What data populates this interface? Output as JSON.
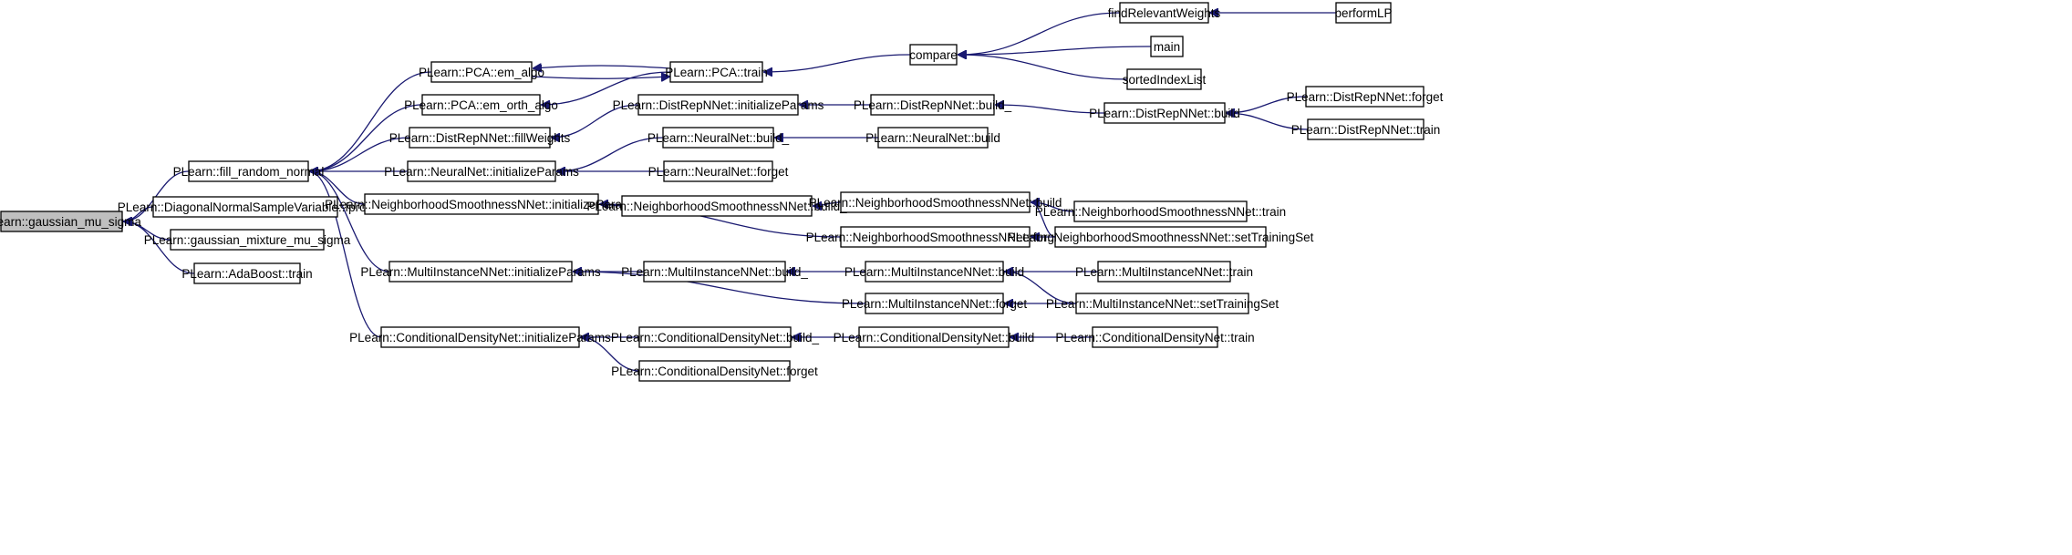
{
  "graph": {
    "edge_color": "#191970",
    "root_fill": "#bfbfbf",
    "nodes": [
      {
        "id": "gaussian_mu_sigma",
        "label": "PLearn::gaussian_mu_sigma",
        "root": true
      },
      {
        "id": "fill_random_normal",
        "label": "PLearn::fill_random_normal"
      },
      {
        "id": "diag_fprop",
        "label": "PLearn::DiagonalNormalSampleVariable::fprop"
      },
      {
        "id": "gmm_mu_sigma",
        "label": "PLearn::gaussian_mixture_mu_sigma"
      },
      {
        "id": "adaboost_train",
        "label": "PLearn::AdaBoost::train"
      },
      {
        "id": "pca_em_algo",
        "label": "PLearn::PCA::em_algo"
      },
      {
        "id": "pca_em_orth",
        "label": "PLearn::PCA::em_orth_algo"
      },
      {
        "id": "drnn_fillweights",
        "label": "PLearn::DistRepNNet::fillWeights"
      },
      {
        "id": "nn_initparams",
        "label": "PLearn::NeuralNet::initializeParams"
      },
      {
        "id": "nsn_initparams",
        "label": "PLearn::NeighborhoodSmoothnessNNet::initializeParams"
      },
      {
        "id": "mi_initparams",
        "label": "PLearn::MultiInstanceNNet::initializeParams"
      },
      {
        "id": "cdn_initparams",
        "label": "PLearn::ConditionalDensityNet::initializeParams"
      },
      {
        "id": "pca_train",
        "label": "PLearn::PCA::train"
      },
      {
        "id": "drnn_initparams",
        "label": "PLearn::DistRepNNet::initializeParams"
      },
      {
        "id": "nn_build_",
        "label": "PLearn::NeuralNet::build_"
      },
      {
        "id": "nn_forget",
        "label": "PLearn::NeuralNet::forget"
      },
      {
        "id": "nsn_build_",
        "label": "PLearn::NeighborhoodSmoothnessNNet::build_"
      },
      {
        "id": "mi_build_",
        "label": "PLearn::MultiInstanceNNet::build_"
      },
      {
        "id": "cdn_build_",
        "label": "PLearn::ConditionalDensityNet::build_"
      },
      {
        "id": "cdn_forget",
        "label": "PLearn::ConditionalDensityNet::forget"
      },
      {
        "id": "compare",
        "label": "compare"
      },
      {
        "id": "drnn_build_",
        "label": "PLearn::DistRepNNet::build_"
      },
      {
        "id": "nn_build",
        "label": "PLearn::NeuralNet::build"
      },
      {
        "id": "nsn_build",
        "label": "PLearn::NeighborhoodSmoothnessNNet::build"
      },
      {
        "id": "nsn_forget",
        "label": "PLearn::NeighborhoodSmoothnessNNet::forget"
      },
      {
        "id": "mi_build",
        "label": "PLearn::MultiInstanceNNet::build"
      },
      {
        "id": "mi_forget",
        "label": "PLearn::MultiInstanceNNet::forget"
      },
      {
        "id": "cdn_build",
        "label": "PLearn::ConditionalDensityNet::build"
      },
      {
        "id": "findrelevant",
        "label": "findRelevantWeights"
      },
      {
        "id": "main",
        "label": "main"
      },
      {
        "id": "sortedindex",
        "label": "sortedIndexList"
      },
      {
        "id": "drnn_build",
        "label": "PLearn::DistRepNNet::build"
      },
      {
        "id": "nsn_train",
        "label": "PLearn::NeighborhoodSmoothnessNNet::train"
      },
      {
        "id": "nsn_settrain",
        "label": "PLearn::NeighborhoodSmoothnessNNet::setTrainingSet"
      },
      {
        "id": "mi_train",
        "label": "PLearn::MultiInstanceNNet::train"
      },
      {
        "id": "mi_settrain",
        "label": "PLearn::MultiInstanceNNet::setTrainingSet"
      },
      {
        "id": "cdn_train",
        "label": "PLearn::ConditionalDensityNet::train"
      },
      {
        "id": "performlp",
        "label": "performLP"
      },
      {
        "id": "drnn_forget",
        "label": "PLearn::DistRepNNet::forget"
      },
      {
        "id": "drnn_train",
        "label": "PLearn::DistRepNNet::train"
      }
    ],
    "edges": [
      {
        "from": "fill_random_normal",
        "to": "gaussian_mu_sigma"
      },
      {
        "from": "diag_fprop",
        "to": "gaussian_mu_sigma"
      },
      {
        "from": "gmm_mu_sigma",
        "to": "gaussian_mu_sigma"
      },
      {
        "from": "adaboost_train",
        "to": "gaussian_mu_sigma"
      },
      {
        "from": "pca_em_algo",
        "to": "fill_random_normal"
      },
      {
        "from": "pca_em_orth",
        "to": "fill_random_normal"
      },
      {
        "from": "drnn_fillweights",
        "to": "fill_random_normal"
      },
      {
        "from": "nn_initparams",
        "to": "fill_random_normal"
      },
      {
        "from": "nsn_initparams",
        "to": "fill_random_normal"
      },
      {
        "from": "mi_initparams",
        "to": "fill_random_normal"
      },
      {
        "from": "cdn_initparams",
        "to": "fill_random_normal"
      },
      {
        "from": "pca_train",
        "to": "pca_em_algo"
      },
      {
        "from": "pca_em_algo",
        "to": "pca_train"
      },
      {
        "from": "pca_train",
        "to": "pca_em_orth"
      },
      {
        "from": "compare",
        "to": "pca_train"
      },
      {
        "from": "findrelevant",
        "to": "compare"
      },
      {
        "from": "main",
        "to": "compare"
      },
      {
        "from": "sortedindex",
        "to": "compare"
      },
      {
        "from": "performlp",
        "to": "findrelevant"
      },
      {
        "from": "drnn_initparams",
        "to": "drnn_fillweights"
      },
      {
        "from": "drnn_build_",
        "to": "drnn_initparams"
      },
      {
        "from": "drnn_build",
        "to": "drnn_build_"
      },
      {
        "from": "drnn_forget",
        "to": "drnn_build"
      },
      {
        "from": "drnn_train",
        "to": "drnn_build"
      },
      {
        "from": "nn_build_",
        "to": "nn_initparams"
      },
      {
        "from": "nn_forget",
        "to": "nn_initparams"
      },
      {
        "from": "nn_build",
        "to": "nn_build_"
      },
      {
        "from": "nsn_build_",
        "to": "nsn_initparams"
      },
      {
        "from": "nsn_forget",
        "to": "nsn_initparams"
      },
      {
        "from": "nsn_build",
        "to": "nsn_build_"
      },
      {
        "from": "nsn_train",
        "to": "nsn_build"
      },
      {
        "from": "nsn_settrain",
        "to": "nsn_build"
      },
      {
        "from": "nsn_settrain",
        "to": "nsn_forget"
      },
      {
        "from": "mi_build_",
        "to": "mi_initparams"
      },
      {
        "from": "mi_forget",
        "to": "mi_initparams"
      },
      {
        "from": "mi_build",
        "to": "mi_build_"
      },
      {
        "from": "mi_train",
        "to": "mi_build"
      },
      {
        "from": "mi_settrain",
        "to": "mi_build"
      },
      {
        "from": "mi_settrain",
        "to": "mi_forget"
      },
      {
        "from": "cdn_build_",
        "to": "cdn_initparams"
      },
      {
        "from": "cdn_forget",
        "to": "cdn_initparams"
      },
      {
        "from": "cdn_build",
        "to": "cdn_build_"
      },
      {
        "from": "cdn_train",
        "to": "cdn_build"
      }
    ]
  }
}
